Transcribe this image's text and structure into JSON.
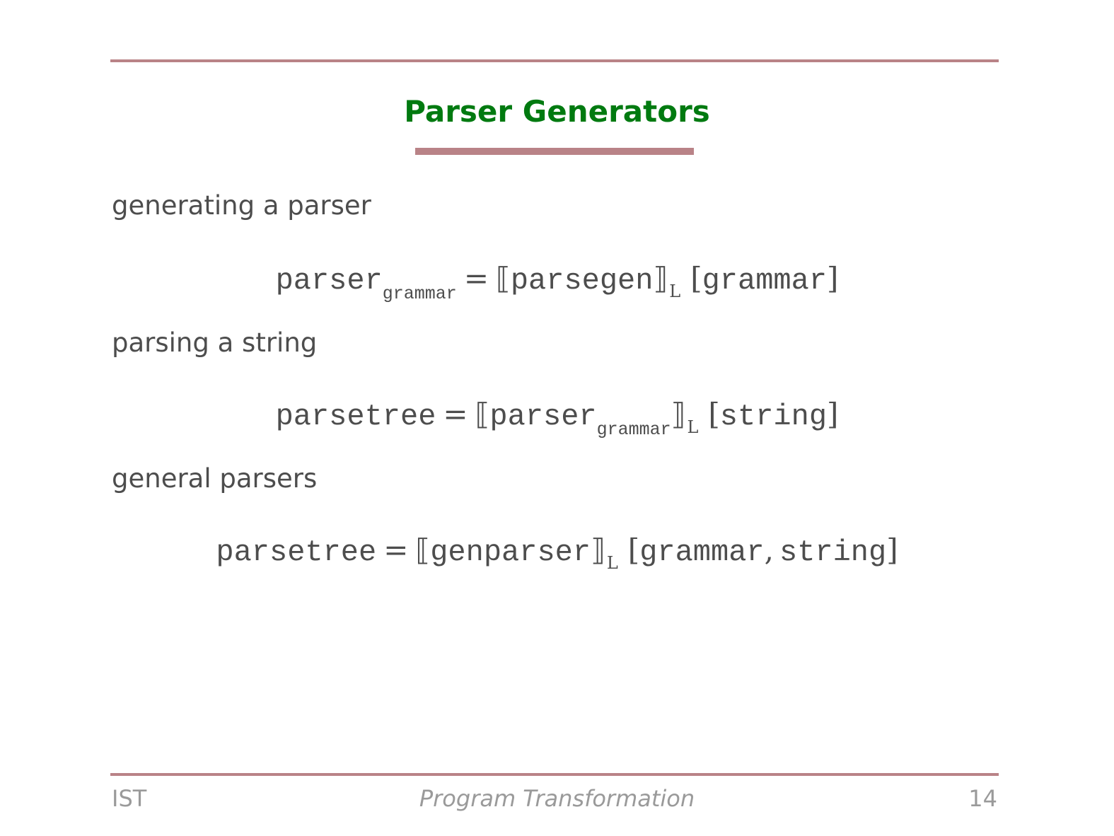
{
  "slide": {
    "title": "Parser Generators"
  },
  "sections": [
    {
      "heading": "generating a parser",
      "formula": {
        "lhs": "parser",
        "lhs_sub": "grammar",
        "equals": "=",
        "open_sem": "⟦",
        "program": "parsegen",
        "close_sem": "⟧",
        "lang_sub": "L",
        "open_arg": "[",
        "args": "grammar",
        "close_arg": "]"
      }
    },
    {
      "heading": "parsing a string",
      "formula": {
        "lhs": "parsetree",
        "equals": "=",
        "open_sem": "⟦",
        "program": "parser",
        "program_sub": "grammar",
        "close_sem": "⟧",
        "lang_sub": "L",
        "open_arg": "[",
        "args": "string",
        "close_arg": "]"
      }
    },
    {
      "heading": "general parsers",
      "formula": {
        "lhs": "parsetree",
        "equals": "=",
        "open_sem": "⟦",
        "program": "genparser",
        "close_sem": "⟧",
        "lang_sub": "L",
        "open_arg": "[",
        "arg1": "grammar",
        "comma": ",",
        "arg2": "string",
        "close_arg": "]"
      }
    }
  ],
  "footer": {
    "left": "IST",
    "center": "Program Transformation",
    "page_number": "14"
  },
  "colors": {
    "title": "#007a10",
    "rule": "#b98387",
    "body_text": "#4d4d4d",
    "footer_text": "#9a9a9a"
  }
}
